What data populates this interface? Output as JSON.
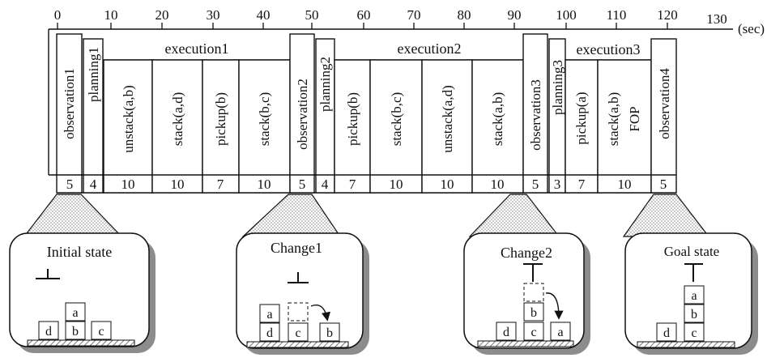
{
  "axis": {
    "ticks": [
      "0",
      "10",
      "20",
      "30",
      "40",
      "50",
      "60",
      "70",
      "80",
      "90",
      "100",
      "110",
      "120",
      "130"
    ],
    "unit": "(sec)"
  },
  "phase_labels": [
    "execution1",
    "execution2",
    "execution3"
  ],
  "timeline": [
    {
      "label": "observation1",
      "duration": "5"
    },
    {
      "label": "planning1",
      "duration": "4"
    },
    {
      "label": "unstack(a,b)",
      "duration": "10"
    },
    {
      "label": "stack(a,d)",
      "duration": "10"
    },
    {
      "label": "pickup(b)",
      "duration": "7"
    },
    {
      "label": "stack(b,c)",
      "duration": "10"
    },
    {
      "label": "observation2",
      "duration": "5"
    },
    {
      "label": "planning2",
      "duration": "4"
    },
    {
      "label": "pickup(b)",
      "duration": "7"
    },
    {
      "label": "stack(b,c)",
      "duration": "10"
    },
    {
      "label": "unstack(a,d)",
      "duration": "10"
    },
    {
      "label": "stack(a,b)",
      "duration": "10"
    },
    {
      "label": "observation3",
      "duration": "5"
    },
    {
      "label": "planning3",
      "duration": "3"
    },
    {
      "label": "pickup(a)",
      "duration": "7"
    },
    {
      "label": "stack(a,b)",
      "label2": "FOP",
      "duration": "10"
    },
    {
      "label": "observation4",
      "duration": "5"
    }
  ],
  "states": [
    {
      "title": "Initial state",
      "blocks": [
        "d",
        "b",
        "a",
        "c"
      ]
    },
    {
      "title": "Change1",
      "blocks": [
        "d",
        "a",
        "c",
        "b"
      ]
    },
    {
      "title": "Change2",
      "blocks": [
        "d",
        "c",
        "b",
        "a"
      ]
    },
    {
      "title": "Goal state",
      "blocks": [
        "d",
        "c",
        "b",
        "a"
      ]
    }
  ],
  "colors": {
    "ink": "#111111",
    "shadow": "#9a9a9a",
    "hatch": "#555555"
  }
}
